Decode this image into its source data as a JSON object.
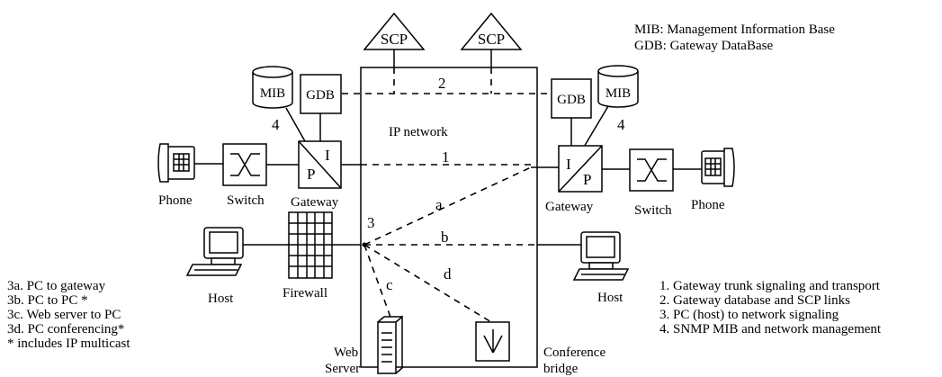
{
  "legend_top": {
    "mib": "MIB: Management Information Base",
    "gdb": "GDB: Gateway DataBase"
  },
  "nodes": {
    "scp_left": "SCP",
    "scp_right": "SCP",
    "mib_left": "MIB",
    "mib_right": "MIB",
    "gdb_left": "GDB",
    "gdb_right": "GDB",
    "ip_network": "IP network",
    "gw_left_i": "I",
    "gw_left_p": "P",
    "gw_right_i": "I",
    "gw_right_p": "P",
    "phone_left": "Phone",
    "switch_left": "Switch",
    "gateway_left": "Gateway",
    "gateway_right": "Gateway",
    "switch_right": "Switch",
    "phone_right": "Phone",
    "host_left": "Host",
    "firewall": "Firewall",
    "host_right": "Host",
    "web_server_1": "Web",
    "web_server_2": "Server",
    "conference_1": "Conference",
    "conference_2": "bridge"
  },
  "link_labels": {
    "l1": "1",
    "l2": "2",
    "l3": "3",
    "l4_left": "4",
    "l4_right": "4",
    "la": "a",
    "lb": "b",
    "lc": "c",
    "ld": "d"
  },
  "legend_left": [
    "3a. PC to gateway",
    "3b. PC to PC *",
    "3c. Web server to PC",
    "3d. PC conferencing*",
    "* includes IP multicast"
  ],
  "legend_right": [
    "1. Gateway trunk signaling and transport",
    "2. Gateway database and SCP links",
    "3. PC (host) to network signaling",
    "4. SNMP MIB and network management"
  ]
}
